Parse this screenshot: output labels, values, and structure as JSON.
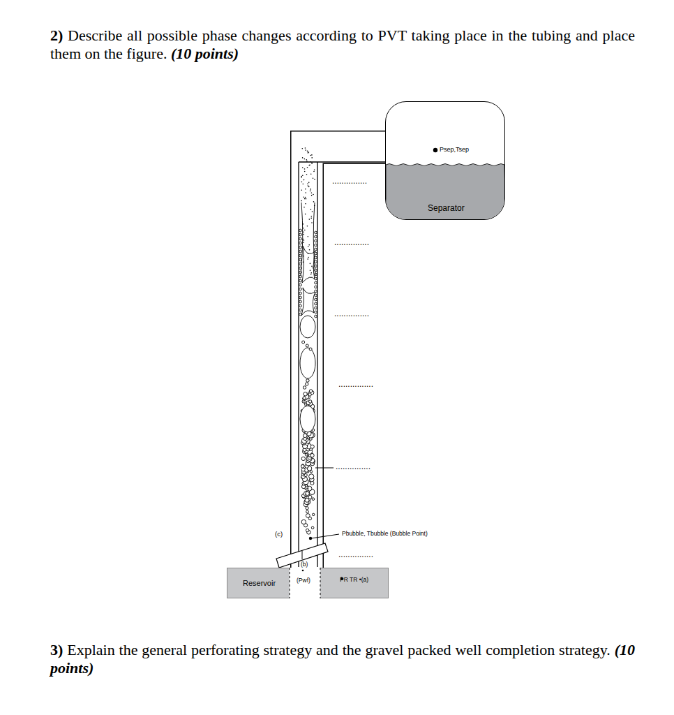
{
  "diagram": {
    "nodes": [
      {
        "text": [
          "Psep,Tsep",
          "Separator"
        ]
      },
      {
        "text": [
          "Reservoir"
        ]
      }
    ],
    "edges": [
      {
        "from": 1,
        "to": 0,
        "arrow": "none"
      }
    ],
    "labels": [
      "2)",
      "Describe all possible phase changes according to PVT taking place in the tubing and place them on the figure.",
      "(10 points)",
      "...............",
      "...............",
      "...............",
      "...............",
      "...............",
      "...............",
      "Pbubble, Tbubble (Bubble Point)",
      "(c)",
      "(b)",
      "(Pwf)",
      "P̄R TR •(a)",
      "3)",
      "Explain the general perforating strategy and the gravel packed well completion strategy.",
      "(10 points)"
    ]
  }
}
